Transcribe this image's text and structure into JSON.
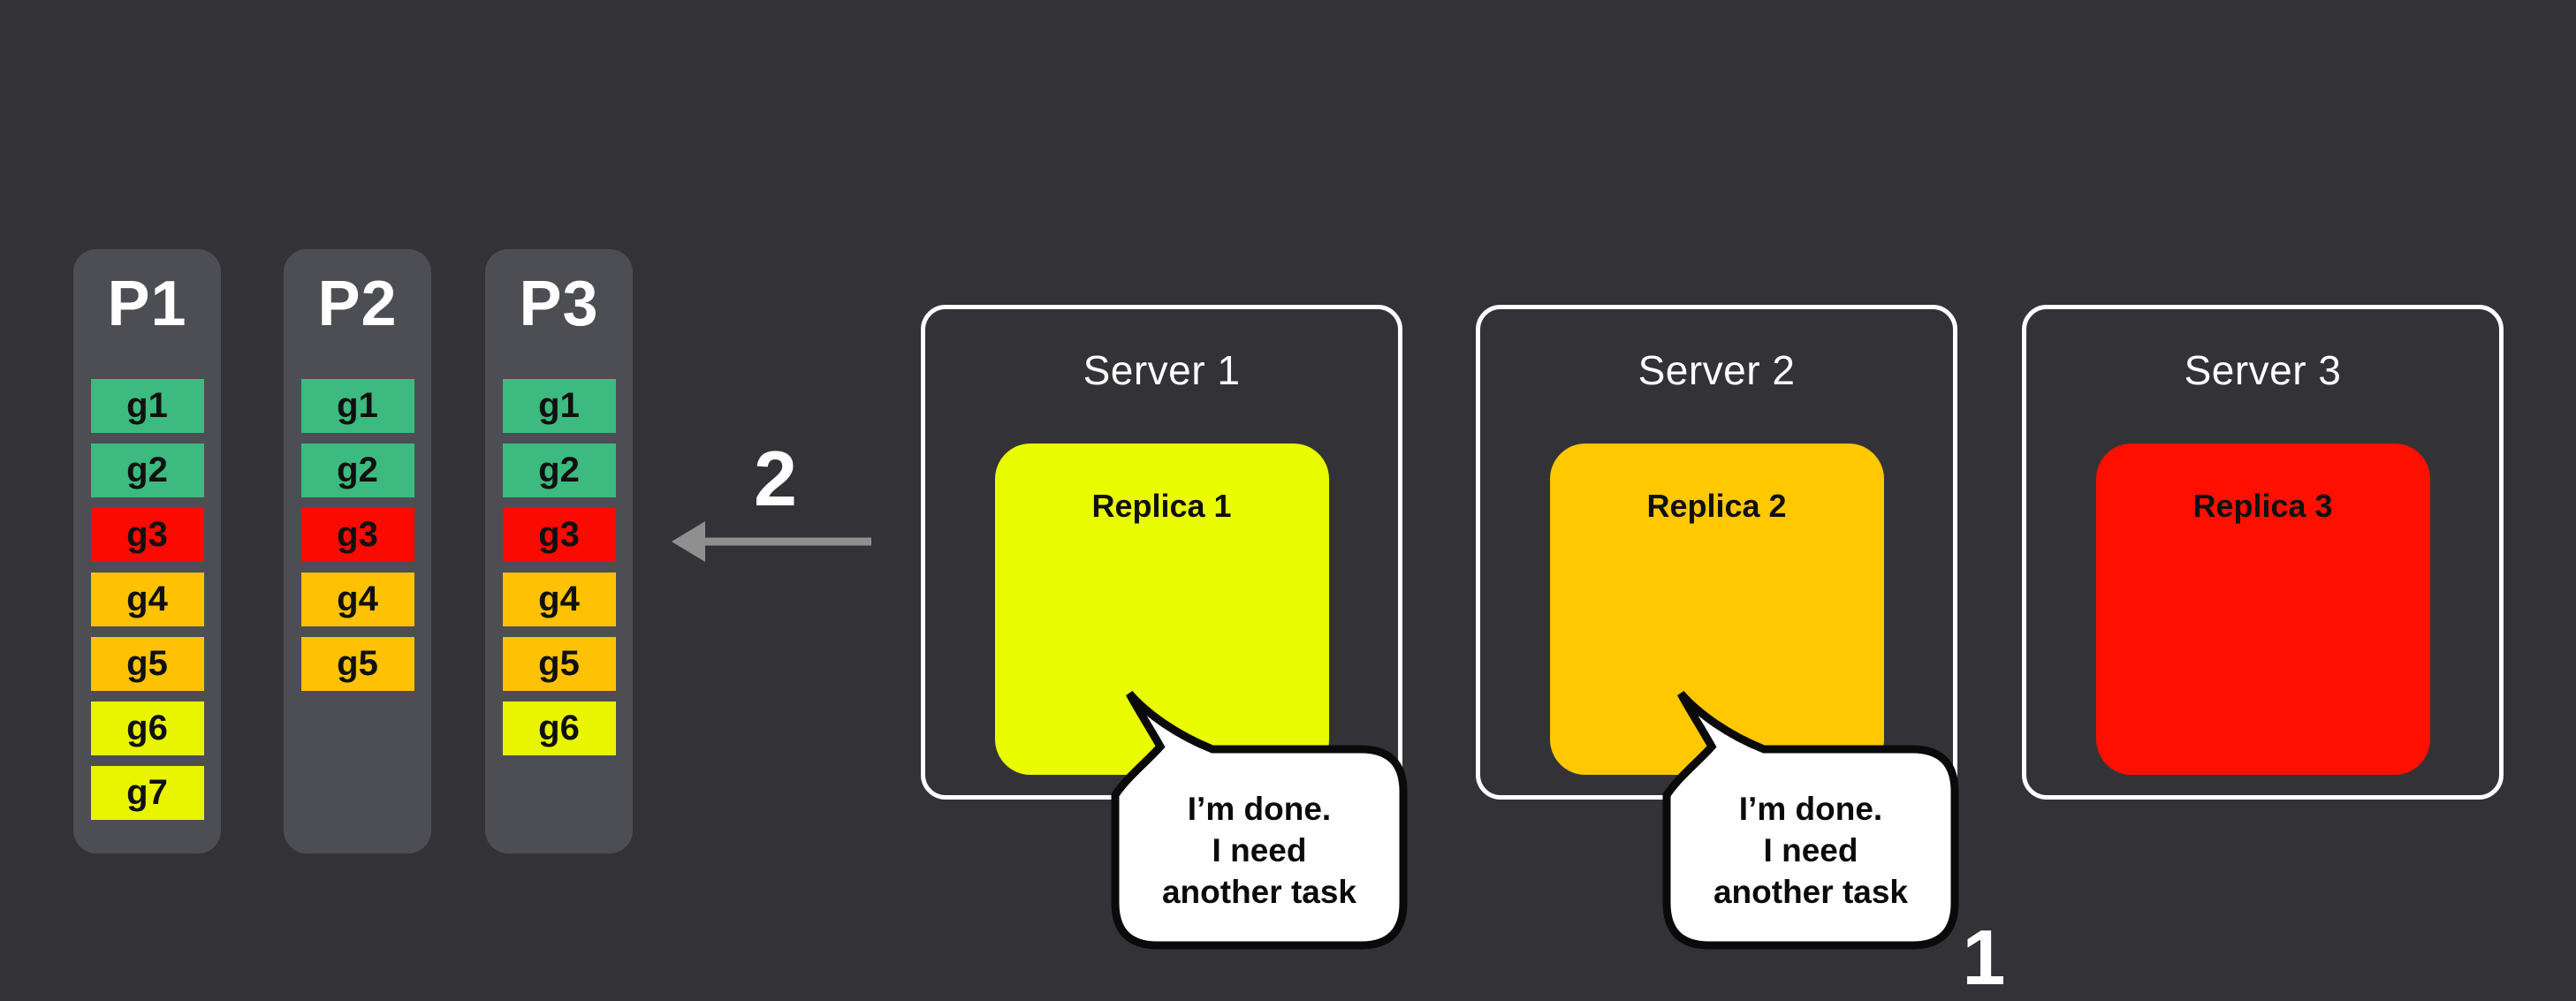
{
  "colors": {
    "background": "#333337",
    "partition_bg": "#4D4E53",
    "task_green": "#3CBA80",
    "task_red": "#FA0A00",
    "task_amber": "#FFC103",
    "task_yellow": "#E9F500",
    "replica_1": "#EAFC00",
    "replica_2": "#FFC800",
    "replica_3": "#FF0F00",
    "arrow_gray": "#8F8F8F",
    "bubble_fill": "#FFFFFF",
    "bubble_stroke": "#0A0A0A",
    "heading_text": "#FFFFFF",
    "dark_text": "#101010"
  },
  "partitions": [
    {
      "label": "P1",
      "tasks": [
        {
          "id": "g1",
          "color": "#3CBA80"
        },
        {
          "id": "g2",
          "color": "#3CBA80"
        },
        {
          "id": "g3",
          "color": "#FA0A00"
        },
        {
          "id": "g4",
          "color": "#FFC103"
        },
        {
          "id": "g5",
          "color": "#FFC103"
        },
        {
          "id": "g6",
          "color": "#E9F500"
        },
        {
          "id": "g7",
          "color": "#E9F500"
        }
      ]
    },
    {
      "label": "P2",
      "tasks": [
        {
          "id": "g1",
          "color": "#3CBA80"
        },
        {
          "id": "g2",
          "color": "#3CBA80"
        },
        {
          "id": "g3",
          "color": "#FA0A00"
        },
        {
          "id": "g4",
          "color": "#FFC103"
        },
        {
          "id": "g5",
          "color": "#FFC103"
        }
      ]
    },
    {
      "label": "P3",
      "tasks": [
        {
          "id": "g1",
          "color": "#3CBA80"
        },
        {
          "id": "g2",
          "color": "#3CBA80"
        },
        {
          "id": "g3",
          "color": "#FA0A00"
        },
        {
          "id": "g4",
          "color": "#FFC103"
        },
        {
          "id": "g5",
          "color": "#FFC103"
        },
        {
          "id": "g6",
          "color": "#E9F500"
        }
      ]
    }
  ],
  "servers": [
    {
      "label": "Server 1",
      "replica": {
        "label": "Replica 1",
        "color": "#EAFC00"
      },
      "speech": "I’m done.\nI need\nanother task"
    },
    {
      "label": "Server 2",
      "replica": {
        "label": "Replica 2",
        "color": "#FFC800"
      },
      "speech": "I’m done.\nI need\nanother task"
    },
    {
      "label": "Server 3",
      "replica": {
        "label": "Replica 3",
        "color": "#FF0F00"
      },
      "speech": null
    }
  ],
  "annotations": {
    "step2_label": "2",
    "step1_label": "1"
  }
}
